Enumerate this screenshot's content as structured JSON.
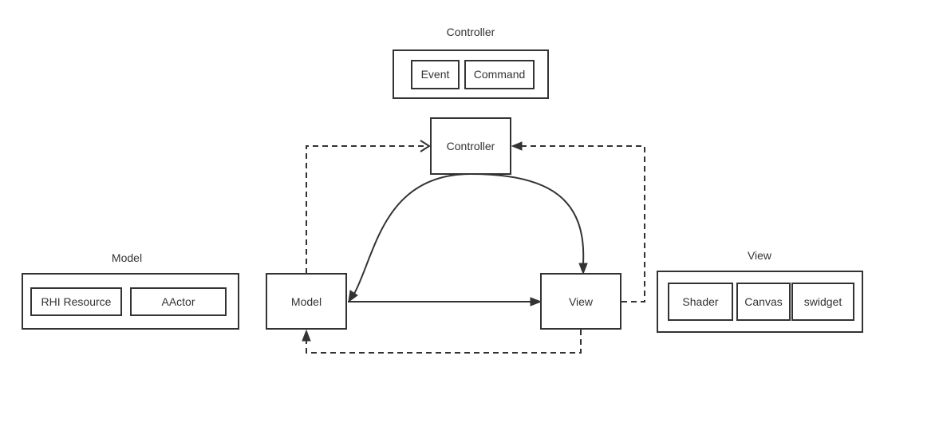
{
  "controller_group": {
    "title": "Controller",
    "items": [
      "Event",
      "Command"
    ]
  },
  "model_group": {
    "title": "Model",
    "items": [
      "RHI Resource",
      "AActor"
    ]
  },
  "view_group": {
    "title": "View",
    "items": [
      "Shader",
      "Canvas",
      "swidget"
    ]
  },
  "nodes": {
    "controller": "Controller",
    "model": "Model",
    "view": "View"
  },
  "edges": [
    {
      "from": "controller",
      "to": "model",
      "style": "solid"
    },
    {
      "from": "controller",
      "to": "view",
      "style": "solid"
    },
    {
      "from": "model",
      "to": "view",
      "style": "solid"
    },
    {
      "from": "model",
      "to": "controller",
      "style": "dashed"
    },
    {
      "from": "view",
      "to": "controller",
      "style": "dashed"
    },
    {
      "from": "view",
      "to": "model",
      "style": "dashed"
    }
  ],
  "colors": {
    "stroke": "#333333",
    "background": "#ffffff"
  }
}
